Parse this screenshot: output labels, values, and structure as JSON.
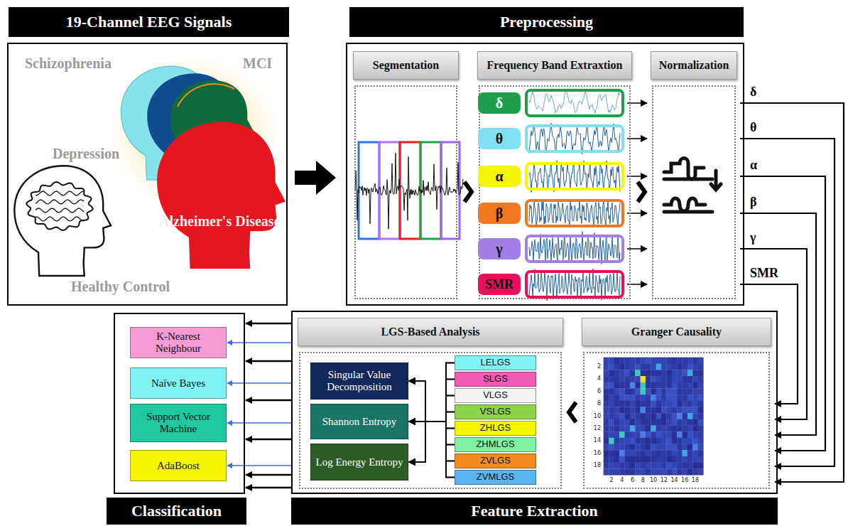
{
  "diagram": {
    "nodes": [
      {
        "text": [
          "19-Channel EEG Signals"
        ]
      },
      {
        "text": [
          "Preprocessing"
        ]
      },
      {
        "text": [
          "Segmentation"
        ],
        "in": 1
      },
      {
        "text": [
          "Frequency Band Extraxtion"
        ],
        "in": 1
      },
      {
        "text": [
          "δ"
        ],
        "in": 3
      },
      {
        "text": [
          "θ"
        ],
        "in": 3
      },
      {
        "text": [
          "α"
        ],
        "in": 3
      },
      {
        "text": [
          "β"
        ],
        "in": 3
      },
      {
        "text": [
          "γ"
        ],
        "in": 3
      },
      {
        "text": [
          "SMR"
        ],
        "in": 3
      },
      {
        "text": [
          "Normalization"
        ],
        "in": 1
      },
      {
        "text": [
          "Feature Extraction"
        ]
      },
      {
        "text": [
          "LGS-Based Analysis"
        ],
        "in": 11
      },
      {
        "text": [
          "Singular Value Decomposition"
        ],
        "in": 12
      },
      {
        "text": [
          "Shannon Entropy"
        ],
        "in": 12
      },
      {
        "text": [
          "Log Energy Entropy"
        ],
        "in": 12
      },
      {
        "text": [
          "LELGS"
        ],
        "in": 12
      },
      {
        "text": [
          "SLGS"
        ],
        "in": 12
      },
      {
        "text": [
          "VLGS"
        ],
        "in": 12
      },
      {
        "text": [
          "VSLGS"
        ],
        "in": 12
      },
      {
        "text": [
          "ZHLGS"
        ],
        "in": 12
      },
      {
        "text": [
          "ZHMLGS"
        ],
        "in": 12
      },
      {
        "text": [
          "ZVLGS"
        ],
        "in": 12
      },
      {
        "text": [
          "ZVMLGS"
        ],
        "in": 12
      },
      {
        "text": [
          "Granger Causality"
        ],
        "in": 11
      },
      {
        "text": [
          "Classification"
        ]
      },
      {
        "text": [
          "K-Nearest Neighbour"
        ],
        "in": 25
      },
      {
        "text": [
          "Naïve Bayes"
        ],
        "in": 25
      },
      {
        "text": [
          "Support Vector Machine"
        ],
        "in": 25
      },
      {
        "text": [
          "AdaBoost"
        ],
        "in": 25
      }
    ],
    "edges": [
      {
        "from": 0,
        "to": 1,
        "arrow": "to"
      },
      {
        "from": 2,
        "to": 3,
        "arrow": "to"
      },
      {
        "from": 3,
        "to": 10,
        "arrow": "to"
      },
      {
        "from": 4,
        "to": 10,
        "arrow": "to"
      },
      {
        "from": 5,
        "to": 10,
        "arrow": "to"
      },
      {
        "from": 6,
        "to": 10,
        "arrow": "to"
      },
      {
        "from": 7,
        "to": 10,
        "arrow": "to"
      },
      {
        "from": 8,
        "to": 10,
        "arrow": "to"
      },
      {
        "from": 9,
        "to": 10,
        "arrow": "to"
      },
      {
        "from": 10,
        "to": 24,
        "arrow": "to",
        "label": "δ"
      },
      {
        "from": 10,
        "to": 24,
        "arrow": "to",
        "label": "θ"
      },
      {
        "from": 10,
        "to": 24,
        "arrow": "to",
        "label": "α"
      },
      {
        "from": 10,
        "to": 24,
        "arrow": "to",
        "label": "β"
      },
      {
        "from": 10,
        "to": 24,
        "arrow": "to",
        "label": "γ"
      },
      {
        "from": 10,
        "to": 24,
        "arrow": "to",
        "label": "SMR"
      },
      {
        "from": 24,
        "to": 12,
        "arrow": "to"
      },
      {
        "from": 16,
        "to": 13,
        "arrow": "to"
      },
      {
        "from": 16,
        "to": 14,
        "arrow": "to"
      },
      {
        "from": 16,
        "to": 15,
        "arrow": "to"
      },
      {
        "from": 17,
        "to": 13,
        "arrow": "to"
      },
      {
        "from": 17,
        "to": 14,
        "arrow": "to"
      },
      {
        "from": 17,
        "to": 15,
        "arrow": "to"
      },
      {
        "from": 18,
        "to": 13,
        "arrow": "to"
      },
      {
        "from": 18,
        "to": 14,
        "arrow": "to"
      },
      {
        "from": 18,
        "to": 15,
        "arrow": "to"
      },
      {
        "from": 19,
        "to": 13,
        "arrow": "to"
      },
      {
        "from": 19,
        "to": 14,
        "arrow": "to"
      },
      {
        "from": 19,
        "to": 15,
        "arrow": "to"
      },
      {
        "from": 20,
        "to": 13,
        "arrow": "to"
      },
      {
        "from": 20,
        "to": 14,
        "arrow": "to"
      },
      {
        "from": 20,
        "to": 15,
        "arrow": "to"
      },
      {
        "from": 21,
        "to": 13,
        "arrow": "to"
      },
      {
        "from": 21,
        "to": 14,
        "arrow": "to"
      },
      {
        "from": 21,
        "to": 15,
        "arrow": "to"
      },
      {
        "from": 22,
        "to": 13,
        "arrow": "to"
      },
      {
        "from": 22,
        "to": 14,
        "arrow": "to"
      },
      {
        "from": 22,
        "to": 15,
        "arrow": "to"
      },
      {
        "from": 23,
        "to": 13,
        "arrow": "to"
      },
      {
        "from": 23,
        "to": 14,
        "arrow": "to"
      },
      {
        "from": 23,
        "to": 15,
        "arrow": "to"
      },
      {
        "from": 11,
        "to": 25,
        "arrow": "to"
      },
      {
        "from": 11,
        "to": 25,
        "arrow": "to"
      },
      {
        "from": 11,
        "to": 25,
        "arrow": "to"
      },
      {
        "from": 11,
        "to": 25,
        "arrow": "to"
      },
      {
        "from": 11,
        "to": 25,
        "arrow": "to"
      },
      {
        "from": 11,
        "to": 25,
        "arrow": "to"
      },
      {
        "from": 11,
        "to": 26,
        "arrow": "to"
      },
      {
        "from": 11,
        "to": 27,
        "arrow": "to"
      },
      {
        "from": 11,
        "to": 28,
        "arrow": "to"
      },
      {
        "from": 11,
        "to": 29,
        "arrow": "to"
      }
    ],
    "labels": [
      "Schizophrenia",
      "MCI",
      "Depression",
      "Alzheimer's Disease",
      "Healthy Control",
      "2",
      "4",
      "6",
      "8",
      "10",
      "12",
      "14",
      "16",
      "18",
      "2",
      "4",
      "6",
      "8",
      "10",
      "12",
      "14",
      "16",
      "18"
    ]
  }
}
